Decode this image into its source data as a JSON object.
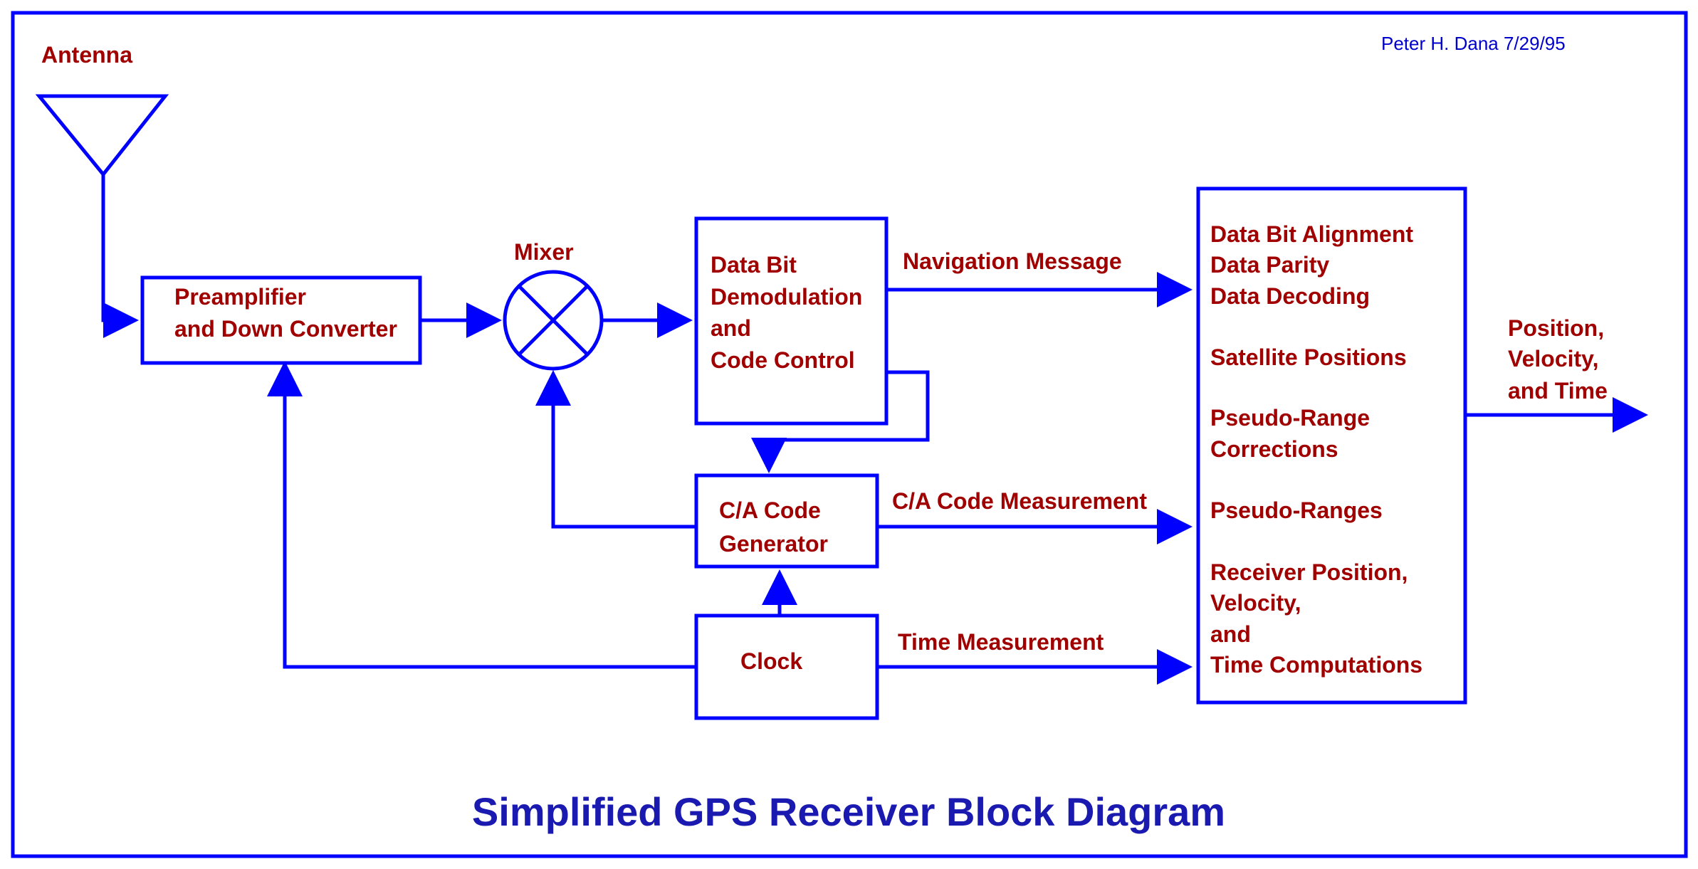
{
  "colors": {
    "lines": "#0000ff",
    "labels": "#a00000",
    "title": "#1a1ab0",
    "background": "#ffffff"
  },
  "credit": "Peter H. Dana 7/29/95",
  "title": "Simplified GPS Receiver Block Diagram",
  "antenna": {
    "label": "Antenna"
  },
  "mixer": {
    "label": "Mixer"
  },
  "blocks": {
    "preamp": [
      "Preamplifier",
      "and Down Converter"
    ],
    "demod": [
      "Data Bit",
      "Demodulation",
      "and",
      "Code Control"
    ],
    "codegen": [
      "C/A Code",
      "Generator"
    ],
    "clock": [
      "Clock"
    ],
    "processor": {
      "group1": [
        "Data Bit Alignment",
        "Data Parity",
        "Data Decoding"
      ],
      "group2": [
        "Satellite Positions"
      ],
      "group3": [
        "Pseudo-Range",
        "Corrections"
      ],
      "group4": [
        "Pseudo-Ranges"
      ],
      "group5": [
        "Receiver Position,",
        "Velocity,",
        "and",
        "Time Computations"
      ]
    }
  },
  "signals": {
    "navigation": "Navigation Message",
    "ca_measurement": "C/A Code Measurement",
    "time_measurement": "Time Measurement"
  },
  "output": [
    "Position,",
    "Velocity,",
    "and Time"
  ]
}
